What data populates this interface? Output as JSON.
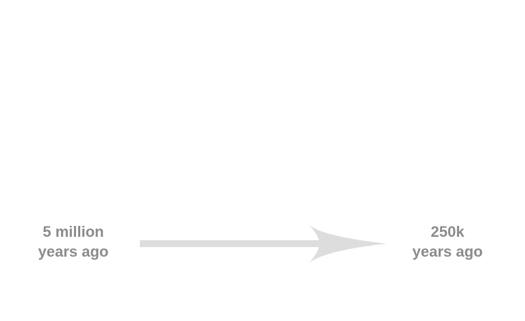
{
  "timeline": {
    "start": {
      "line1": "5 million",
      "line2": "years ago"
    },
    "end": {
      "line1": "250k",
      "line2": "years ago"
    },
    "arrow_color": "#dddddd",
    "text_color": "#8c8c8c"
  }
}
